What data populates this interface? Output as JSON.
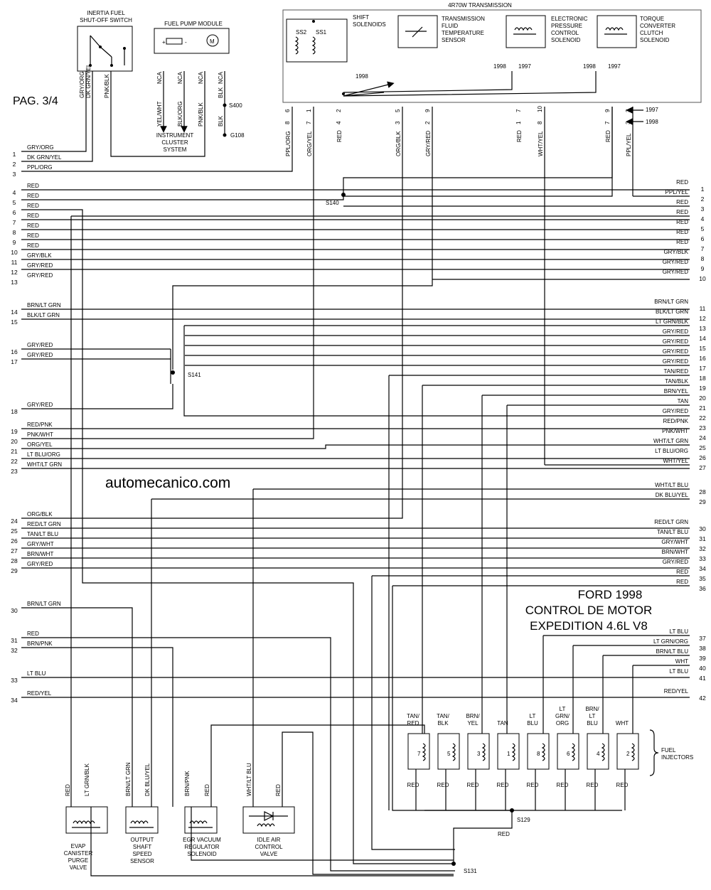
{
  "page_label": "PAG. 3/4",
  "site": "automecanico.com",
  "title_lines": [
    "FORD 1998",
    "CONTROL DE MOTOR",
    "EXPEDITION 4.6L V8"
  ],
  "components": {
    "inertia": [
      "INERTIA FUEL",
      "SHUT-OFF SWITCH"
    ],
    "fuel_pump": "FUEL PUMP MODULE",
    "instrument": [
      "INSTRUMENT",
      "CLUSTER",
      "SYSTEM"
    ],
    "transmission": "4R70W TRANSMISSION",
    "shift_solenoids": [
      "SHIFT",
      "SOLENOIDS"
    ],
    "ss2": "SS2",
    "ss1": "SS1",
    "tft": [
      "TRANSMISSION",
      "FLUID",
      "TEMPERATURE",
      "SENSOR"
    ],
    "epc": [
      "ELECTRONIC",
      "PRESSURE",
      "CONTROL",
      "SOLENOID"
    ],
    "tcc": [
      "TORQUE",
      "CONVERTER",
      "CLUTCH",
      "SOLENOID"
    ],
    "fuel_injectors": [
      "FUEL",
      "INJECTORS"
    ],
    "evap": [
      "EVAP",
      "CANISTER",
      "PURGE",
      "VALVE"
    ],
    "oss": [
      "OUTPUT",
      "SHAFT",
      "SPEED",
      "SENSOR"
    ],
    "egr": [
      "EGR VACUUM",
      "REGULATOR",
      "SOLENOID"
    ],
    "iac": [
      "IDLE AIR",
      "CONTROL",
      "VALVE"
    ]
  },
  "splices": {
    "s400": "S400",
    "g108": "G108",
    "s140": "S140",
    "s141": "S141",
    "s129": "S129",
    "s131": "S131"
  },
  "years": {
    "y1998": "1998",
    "y1997": "1997"
  },
  "left_pins": [
    {
      "n": "1",
      "c": "GRY/ORG"
    },
    {
      "n": "2",
      "c": "DK GRN/YEL"
    },
    {
      "n": "3",
      "c": "PPL/ORG"
    },
    {
      "n": "4",
      "c": "RED"
    },
    {
      "n": "5",
      "c": "RED"
    },
    {
      "n": "6",
      "c": "RED"
    },
    {
      "n": "7",
      "c": "RED"
    },
    {
      "n": "8",
      "c": "RED"
    },
    {
      "n": "9",
      "c": "RED"
    },
    {
      "n": "10",
      "c": "RED"
    },
    {
      "n": "11",
      "c": "GRY/BLK"
    },
    {
      "n": "12",
      "c": "GRY/RED"
    },
    {
      "n": "13",
      "c": "GRY/RED"
    },
    {
      "n": "14",
      "c": "BRN/LT GRN"
    },
    {
      "n": "15",
      "c": "BLK/LT GRN"
    },
    {
      "n": "16",
      "c": "GRY/RED"
    },
    {
      "n": "17",
      "c": "GRY/RED"
    },
    {
      "n": "18",
      "c": "GRY/RED"
    },
    {
      "n": "19",
      "c": "RED/PNK"
    },
    {
      "n": "20",
      "c": "PNK/WHT"
    },
    {
      "n": "21",
      "c": "ORG/YEL"
    },
    {
      "n": "22",
      "c": "LT BLU/ORG"
    },
    {
      "n": "23",
      "c": "WHT/LT GRN"
    },
    {
      "n": "24",
      "c": "ORG/BLK"
    },
    {
      "n": "25",
      "c": "RED/LT GRN"
    },
    {
      "n": "26",
      "c": "TAN/LT BLU"
    },
    {
      "n": "27",
      "c": "GRY/WHT"
    },
    {
      "n": "28",
      "c": "BRN/WHT"
    },
    {
      "n": "29",
      "c": "GRY/RED"
    },
    {
      "n": "30",
      "c": "BRN/LT GRN"
    },
    {
      "n": "31",
      "c": "RED"
    },
    {
      "n": "32",
      "c": "BRN/PNK"
    },
    {
      "n": "33",
      "c": "LT BLU"
    },
    {
      "n": "34",
      "c": "RED/YEL"
    }
  ],
  "right_pins": [
    {
      "n": "1",
      "c": "RED"
    },
    {
      "n": "2",
      "c": "PPL/YEL"
    },
    {
      "n": "3",
      "c": "RED"
    },
    {
      "n": "4",
      "c": "RED"
    },
    {
      "n": "5",
      "c": "RED"
    },
    {
      "n": "6",
      "c": "RED"
    },
    {
      "n": "7",
      "c": "RED"
    },
    {
      "n": "8",
      "c": "GRY/BLK"
    },
    {
      "n": "9",
      "c": "GRY/RED"
    },
    {
      "n": "10",
      "c": "GRY/RED"
    },
    {
      "n": "11",
      "c": "BRN/LT GRN"
    },
    {
      "n": "12",
      "c": "BLK/LT GRN"
    },
    {
      "n": "13",
      "c": "LT GRN/BLK"
    },
    {
      "n": "14",
      "c": "GRY/RED"
    },
    {
      "n": "15",
      "c": "GRY/RED"
    },
    {
      "n": "16",
      "c": "GRY/RED"
    },
    {
      "n": "17",
      "c": "GRY/RED"
    },
    {
      "n": "18",
      "c": "TAN/RED"
    },
    {
      "n": "19",
      "c": "TAN/BLK"
    },
    {
      "n": "20",
      "c": "BRN/YEL"
    },
    {
      "n": "21",
      "c": "TAN"
    },
    {
      "n": "22",
      "c": "GRY/RED"
    },
    {
      "n": "23",
      "c": "RED/PNK"
    },
    {
      "n": "24",
      "c": "PNK/WHT"
    },
    {
      "n": "25",
      "c": "WHT/LT GRN"
    },
    {
      "n": "26",
      "c": "LT BLU/ORG"
    },
    {
      "n": "27",
      "c": "WHT/YEL"
    },
    {
      "n": "28",
      "c": "WHT/LT BLU"
    },
    {
      "n": "29",
      "c": "DK BLU/YEL"
    },
    {
      "n": "30",
      "c": "RED/LT GRN"
    },
    {
      "n": "31",
      "c": "TAN/LT BLU"
    },
    {
      "n": "32",
      "c": "GRY/WHT"
    },
    {
      "n": "33",
      "c": "BRN/WHT"
    },
    {
      "n": "34",
      "c": "GRY/RED"
    },
    {
      "n": "35",
      "c": "RED"
    },
    {
      "n": "36",
      "c": "RED"
    },
    {
      "n": "37",
      "c": "LT BLU"
    },
    {
      "n": "38",
      "c": "LT GRN/ORG"
    },
    {
      "n": "39",
      "c": "BRN/LT BLU"
    },
    {
      "n": "40",
      "c": "WHT"
    },
    {
      "n": "41",
      "c": "LT BLU"
    },
    {
      "n": "42",
      "c": "RED/YEL"
    }
  ],
  "top_wires": [
    {
      "c": "GRY/ORG"
    },
    {
      "c": "DK GRN/YEL"
    },
    {
      "c": "PNK/BLK"
    },
    {
      "c": "YEL/WHT"
    },
    {
      "c": "NCA"
    },
    {
      "c": "BLK/ORG"
    },
    {
      "c": "NCA"
    },
    {
      "c": "PNK/BLK"
    },
    {
      "c": "NCA"
    },
    {
      "c": "BLK"
    },
    {
      "c": "NCA"
    },
    {
      "c": "BLK"
    },
    {
      "c": "PPL/ORG"
    },
    {
      "c": "ORG/YEL"
    },
    {
      "c": "RED"
    },
    {
      "c": "ORG/BLK"
    },
    {
      "c": "GRY/RED"
    },
    {
      "c": "RED"
    },
    {
      "c": "WHT/YEL"
    },
    {
      "c": "RED"
    },
    {
      "c": "PPL/YEL"
    }
  ],
  "trans_pins": [
    {
      "a": "6",
      "b": "8"
    },
    {
      "a": "1",
      "b": "7"
    },
    {
      "a": "2",
      "b": "4"
    },
    {
      "a": "5",
      "b": "3"
    },
    {
      "a": "9",
      "b": "2"
    },
    {
      "a": "7",
      "b": "1"
    },
    {
      "a": "10",
      "b": "8"
    },
    {
      "a": "9",
      "b": "7"
    },
    {
      "a": "3",
      "b": "3"
    }
  ],
  "injectors": [
    {
      "num": "7",
      "top": "TAN/ RED",
      "bottom": "RED"
    },
    {
      "num": "5",
      "top": "TAN/ BLK",
      "bottom": "RED"
    },
    {
      "num": "3",
      "top": "BRN/ YEL",
      "bottom": "RED"
    },
    {
      "num": "1",
      "top": "TAN",
      "bottom": "RED"
    },
    {
      "num": "8",
      "top": "LT BLU",
      "bottom": "RED"
    },
    {
      "num": "6",
      "top": "LT GRN/ ORG",
      "bottom": "RED"
    },
    {
      "num": "4",
      "top": "BRN/ LT BLU",
      "bottom": "RED"
    },
    {
      "num": "2",
      "top": "WHT",
      "bottom": "RED"
    }
  ],
  "bottom_wires": [
    {
      "c": "RED"
    },
    {
      "c": "LT GRN/BLK"
    },
    {
      "c": "BRN/LT GRN"
    },
    {
      "c": "DK BLU/YEL"
    },
    {
      "c": "BRN/PNK"
    },
    {
      "c": "RED"
    },
    {
      "c": "WHT/LT BLU"
    },
    {
      "c": "RED"
    }
  ],
  "s129_label": "RED"
}
